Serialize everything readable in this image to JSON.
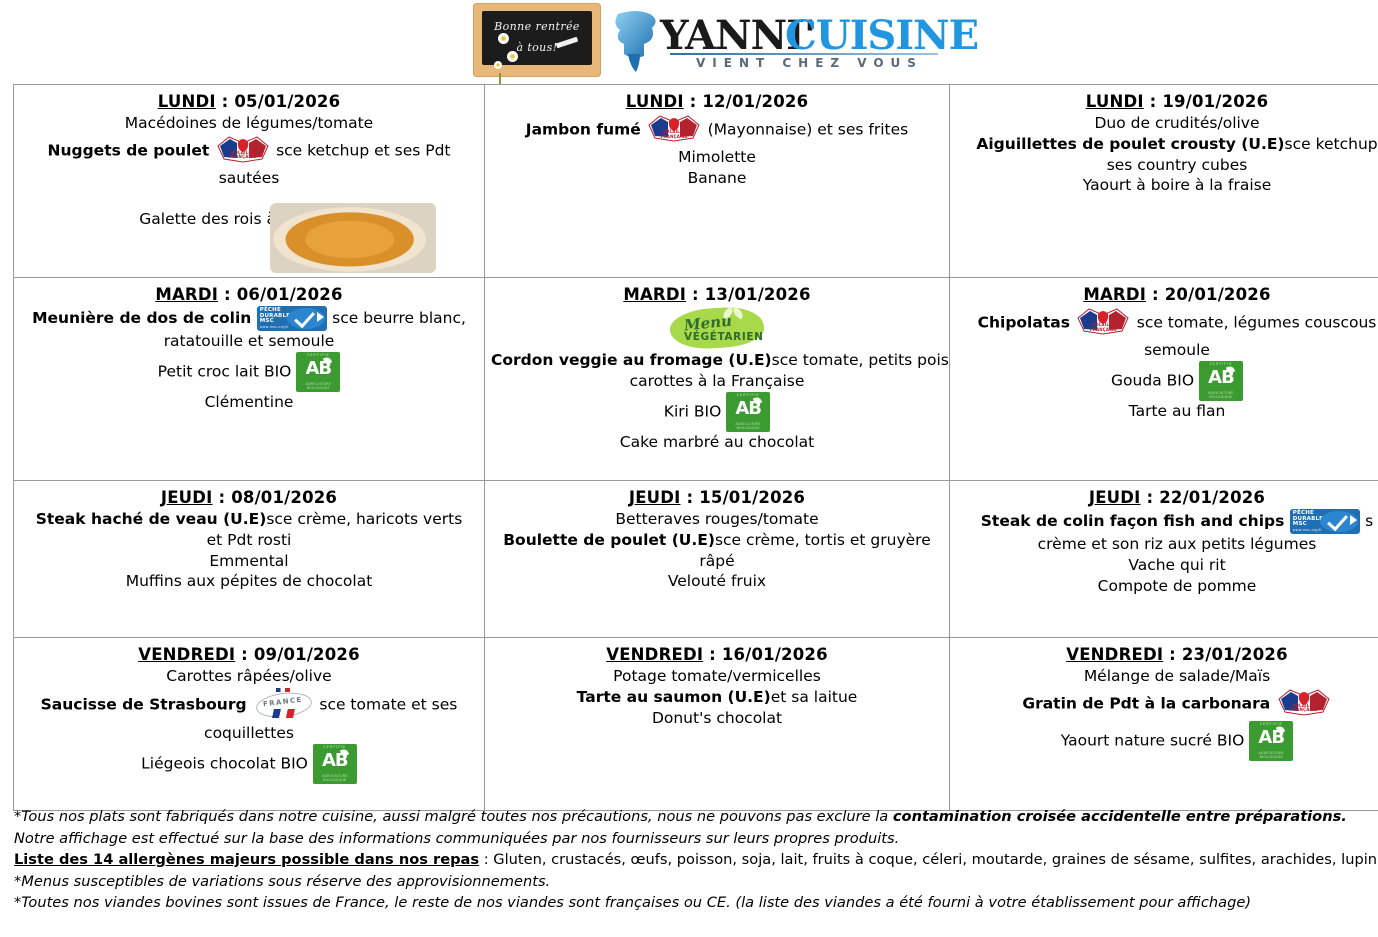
{
  "header": {
    "chalkboard": {
      "line1": "Bonne rentrée",
      "line2": "à tous!",
      "name": "chalkboard-greeting"
    },
    "logo": {
      "part1": "YANNI'",
      "part2": "CUISINE",
      "tagline": "VIENT CHEZ VOUS"
    }
  },
  "badges": {
    "msc": {
      "l1": "PÊCHE",
      "l2": "DURABLE",
      "l3": "MSC",
      "url": "www.msc.org/fr"
    },
    "ab": {
      "top": "CERTIFIE",
      "letters": "AB",
      "bot1": "AGRICULTURE",
      "bot2": "BIOLOGIQUE"
    },
    "volaille": {
      "l1": "VOLAILLE",
      "l2": "FRANÇAISE"
    },
    "france": {
      "text": "FRANCE"
    },
    "vegetarien": {
      "script": "Menu",
      "caps": "VÉGÉTARIEN"
    }
  },
  "weeks": [
    {
      "rows": [
        {
          "day": "LUNDI",
          "sep": " : ",
          "date": "05/01/2026",
          "lines": [
            {
              "text": "Macédoines de légumes/tomate",
              "bold": false
            },
            {
              "text": "Nuggets de poulet",
              "bold": true,
              "badge": "volaille",
              "after": "sce ketchup et ses Pdt",
              "afterBold": false
            },
            {
              "text": "sautées",
              "bold": false
            },
            {
              "text": "",
              "bold": false
            },
            {
              "text": "Galette des rois à la pomme",
              "bold": false,
              "image": "galette-des-rois"
            }
          ]
        },
        {
          "day": "MARDI",
          "sep": " : ",
          "date": "06/01/2026",
          "lines": [
            {
              "text": "Meunière de dos de colin",
              "bold": true,
              "badge": "msc",
              "badgeAbove": true,
              "after": "sce beurre blanc,",
              "afterBold": false
            },
            {
              "text": "ratatouille et semoule",
              "bold": false
            },
            {
              "text": "Petit croc lait BIO",
              "bold": false,
              "badge": "ab"
            },
            {
              "text": "Clémentine",
              "bold": false
            }
          ]
        },
        {
          "day": "JEUDI",
          "sep": " : ",
          "date": "08/01/2026",
          "lines": [
            {
              "text": "Steak haché de veau (U.E)",
              "bold": true,
              "after": "sce crème, haricots verts",
              "afterBold": false
            },
            {
              "text": "et Pdt rosti",
              "bold": false
            },
            {
              "text": "Emmental",
              "bold": false
            },
            {
              "text": "Muffins aux pépites de chocolat",
              "bold": false
            }
          ]
        },
        {
          "day": "VENDREDI",
          "sep": " : ",
          "date": "09/01/2026",
          "lines": [
            {
              "text": "Carottes râpées/olive",
              "bold": false
            },
            {
              "text": "Saucisse de Strasbourg",
              "bold": true,
              "badge": "france",
              "after": "sce tomate et ses",
              "afterBold": false
            },
            {
              "text": "coquillettes",
              "bold": false
            },
            {
              "text": "Liégeois chocolat BIO",
              "bold": false,
              "badge": "ab"
            }
          ]
        }
      ]
    },
    {
      "rows": [
        {
          "day": "LUNDI",
          "sep": " : ",
          "date": "12/01/2026",
          "lines": [
            {
              "text": "Jambon fumé",
              "bold": true,
              "badge": "volaille",
              "after": "(Mayonnaise) et ses frites",
              "afterBold": false
            },
            {
              "text": "Mimolette",
              "bold": false
            },
            {
              "text": "Banane",
              "bold": false
            }
          ]
        },
        {
          "day": "MARDI",
          "sep": " : ",
          "date": "13/01/2026",
          "lines": [
            {
              "text": "",
              "bold": false,
              "badgeOnly": "vegetarien"
            },
            {
              "text": "Cordon veggie au fromage (U.E)",
              "bold": true,
              "after": "sce tomate, petits pois",
              "afterBold": false
            },
            {
              "text": "carottes à la Française",
              "bold": false
            },
            {
              "text": "Kiri BIO",
              "bold": false,
              "badge": "ab"
            },
            {
              "text": "Cake marbré au chocolat",
              "bold": false
            }
          ]
        },
        {
          "day": "JEUDI",
          "sep": " : ",
          "date": "15/01/2026",
          "lines": [
            {
              "text": "Betteraves rouges/tomate",
              "bold": false
            },
            {
              "text": "Boulette de poulet (U.E)",
              "bold": true,
              "after": "sce crème, tortis et gruyère",
              "afterBold": false
            },
            {
              "text": "râpé",
              "bold": false
            },
            {
              "text": "Velouté fruix",
              "bold": false
            }
          ]
        },
        {
          "day": "VENDREDI",
          "sep": " : ",
          "date": "16/01/2026",
          "lines": [
            {
              "text": "Potage tomate/vermicelles",
              "bold": false
            },
            {
              "text": "Tarte au saumon (U.E)",
              "bold": true,
              "after": "et sa laitue",
              "afterBold": false
            },
            {
              "text": "Donut's chocolat",
              "bold": false
            }
          ]
        }
      ]
    },
    {
      "rows": [
        {
          "day": "LUNDI",
          "sep": " : ",
          "date": "19/01/2026",
          "lines": [
            {
              "text": "Duo de crudités/olive",
              "bold": false
            },
            {
              "text": "Aiguillettes de poulet crousty (U.E)",
              "bold": true,
              "after": "sce ketchup",
              "afterBold": false
            },
            {
              "text": "ses country cubes",
              "bold": false
            },
            {
              "text": "Yaourt à boire à la fraise",
              "bold": false
            }
          ]
        },
        {
          "day": "MARDI",
          "sep": " : ",
          "date": "20/01/2026",
          "lines": [
            {
              "text": "Chipolatas",
              "bold": true,
              "badge": "volaille",
              "after": "sce tomate, légumes couscous",
              "afterBold": false
            },
            {
              "text": "semoule",
              "bold": false
            },
            {
              "text": "Gouda BIO",
              "bold": false,
              "badge": "ab"
            },
            {
              "text": "Tarte au flan",
              "bold": false
            }
          ]
        },
        {
          "day": "JEUDI",
          "sep": " : ",
          "date": "22/01/2026",
          "lines": [
            {
              "text": "Steak de colin façon fish and chips",
              "bold": true,
              "badge": "msc",
              "after": "s",
              "afterBold": false
            },
            {
              "text": "crème et son riz aux petits légumes",
              "bold": false
            },
            {
              "text": "Vache qui rit",
              "bold": false
            },
            {
              "text": "Compote de pomme",
              "bold": false
            }
          ]
        },
        {
          "day": "VENDREDI",
          "sep": " : ",
          "date": "23/01/2026",
          "lines": [
            {
              "text": "Mélange de salade/Maïs",
              "bold": false
            },
            {
              "text": "Gratin de Pdt à la carbonara",
              "bold": true,
              "badge": "volaille"
            },
            {
              "text": "Yaourt nature sucré BIO",
              "bold": false,
              "badge": "ab"
            }
          ]
        }
      ]
    }
  ],
  "footer": {
    "l1a": "*Tous nos plats sont fabriqués dans notre cuisine, aussi malgré toutes nos précautions, nous ne pouvons pas exclure la ",
    "l1b": "contamination croisée accidentelle entre préparations.",
    "l2": "Notre affichage est effectué sur la base des informations communiquées par nos fournisseurs sur leurs propres produits.",
    "l3a": "Liste des 14 allergènes majeurs possible dans nos repas",
    "l3b": " : Gluten, crustacés, œufs, poisson, soja, lait, fruits à coque, céleri, moutarde, graines de sésame, sulfites, arachides, lupin, moll",
    "l4": "*Menus susceptibles de variations sous réserve des approvisionnements.",
    "l5": "*Toutes nos viandes bovines sont issues de France, le reste de nos viandes sont françaises ou CE. (la liste des viandes a été fourni à votre établissement pour affichage)"
  }
}
